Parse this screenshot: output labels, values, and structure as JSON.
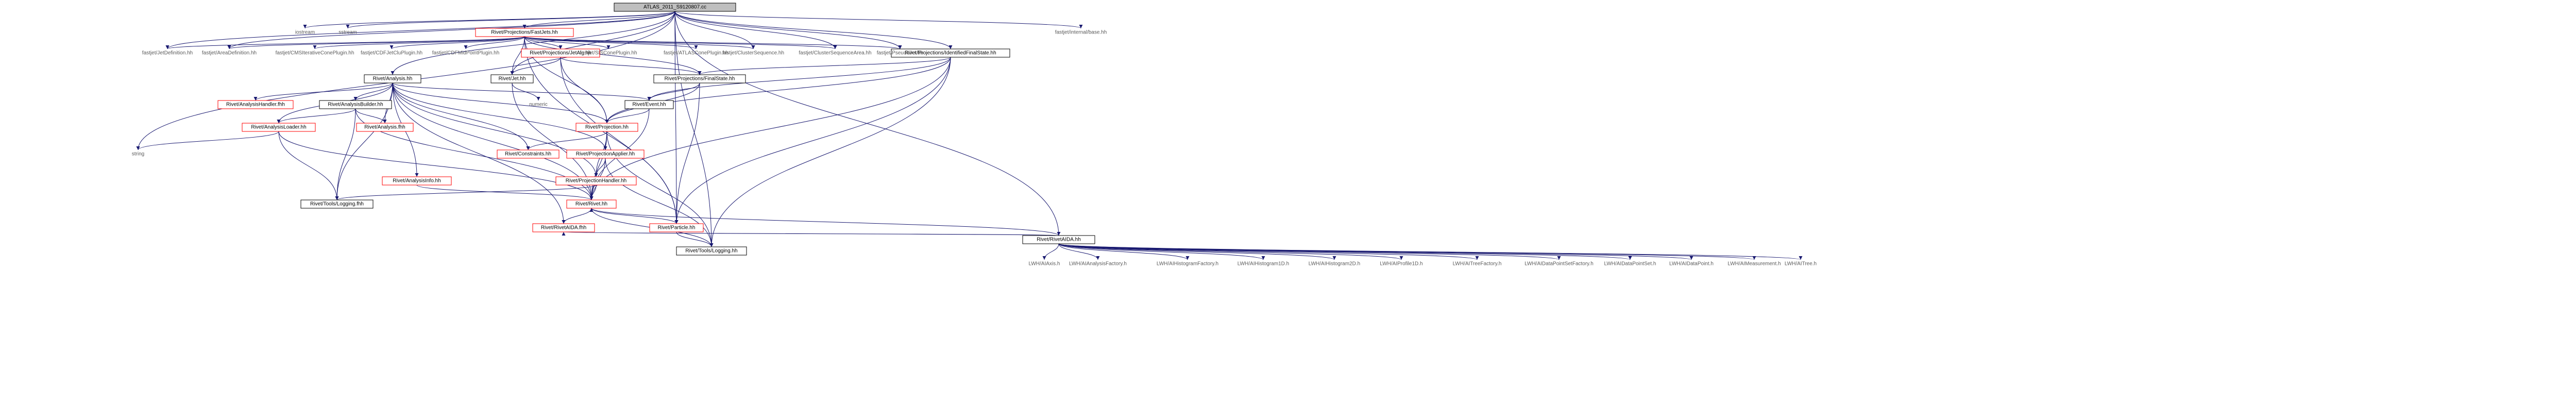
{
  "colors": {
    "edge": "#191970",
    "box_documented": "#000000",
    "box_undocumented": "#ff0000",
    "box_root_fill": "#bfbfbf",
    "label_plain": "#5a5a5a"
  },
  "nodes": [
    {
      "id": "root",
      "label": "ATLAS_2011_S9120807.cc",
      "kind": "root"
    },
    {
      "id": "iostream",
      "label": "iostream",
      "kind": "plain"
    },
    {
      "id": "sstream",
      "label": "sstream",
      "kind": "plain"
    },
    {
      "id": "fastjet_internal",
      "label": "fastjet/internal/base.hh",
      "kind": "plain"
    },
    {
      "id": "fastjets",
      "label": "Rivet/Projections/FastJets.hh",
      "kind": "red"
    },
    {
      "id": "idfs",
      "label": "Rivet/Projections/IdentifiedFinalState.hh",
      "kind": "black"
    },
    {
      "id": "rivetaida",
      "label": "Rivet/RivetAIDA.hh",
      "kind": "black"
    },
    {
      "id": "jetdef",
      "label": "fastjet/JetDefinition.hh",
      "kind": "plain"
    },
    {
      "id": "areadef",
      "label": "fastjet/AreaDefinition.hh",
      "kind": "plain"
    },
    {
      "id": "cmsicp",
      "label": "fastjet/CMSIterativeConePlugin.hh",
      "kind": "plain"
    },
    {
      "id": "cdfjetclu",
      "label": "fastjet/CDFJetCluPlugin.hh",
      "kind": "plain"
    },
    {
      "id": "cdfmidpoint",
      "label": "fastjet/CDFMidPointPlugin.hh",
      "kind": "plain"
    },
    {
      "id": "jetalg",
      "label": "Rivet/Projections/JetAlg.hh",
      "kind": "red"
    },
    {
      "id": "siscone",
      "label": "fastjet/SISConePlugin.hh",
      "kind": "plain"
    },
    {
      "id": "atlascone",
      "label": "fastjet/ATLASConePlugin.hh",
      "kind": "plain"
    },
    {
      "id": "clusterseq",
      "label": "fastjet/ClusterSequence.hh",
      "kind": "plain"
    },
    {
      "id": "clusterseqarea",
      "label": "fastjet/ClusterSequenceArea.hh",
      "kind": "plain"
    },
    {
      "id": "pseudojet",
      "label": "fastjet/PseudoJet.hh",
      "kind": "plain"
    },
    {
      "id": "analysis",
      "label": "Rivet/Analysis.hh",
      "kind": "black"
    },
    {
      "id": "jet",
      "label": "Rivet/Jet.hh",
      "kind": "black"
    },
    {
      "id": "finalstate",
      "label": "Rivet/Projections/FinalState.hh",
      "kind": "black"
    },
    {
      "id": "numeric",
      "label": "numeric",
      "kind": "plain"
    },
    {
      "id": "analysishandler",
      "label": "Rivet/AnalysisHandler.fhh",
      "kind": "red"
    },
    {
      "id": "analysisbuilder",
      "label": "Rivet/AnalysisBuilder.hh",
      "kind": "black"
    },
    {
      "id": "event",
      "label": "Rivet/Event.hh",
      "kind": "black"
    },
    {
      "id": "analysisloader",
      "label": "Rivet/AnalysisLoader.hh",
      "kind": "red"
    },
    {
      "id": "analysisfhh",
      "label": "Rivet/Analysis.fhh",
      "kind": "red"
    },
    {
      "id": "projection",
      "label": "Rivet/Projection.hh",
      "kind": "red"
    },
    {
      "id": "string",
      "label": "string",
      "kind": "plain"
    },
    {
      "id": "constraints",
      "label": "Rivet/Constraints.hh",
      "kind": "red"
    },
    {
      "id": "projapplier",
      "label": "Rivet/ProjectionApplier.hh",
      "kind": "red"
    },
    {
      "id": "analysisinfo",
      "label": "Rivet/AnalysisInfo.hh",
      "kind": "red"
    },
    {
      "id": "projhandler",
      "label": "Rivet/ProjectionHandler.hh",
      "kind": "red"
    },
    {
      "id": "toolslogfhh",
      "label": "Rivet/Tools/Logging.fhh",
      "kind": "black"
    },
    {
      "id": "rivethh",
      "label": "Rivet/Rivet.hh",
      "kind": "red"
    },
    {
      "id": "rivetaidafhh",
      "label": "Rivet/RivetAIDA.fhh",
      "kind": "red"
    },
    {
      "id": "particle",
      "label": "Rivet/Particle.hh",
      "kind": "red"
    },
    {
      "id": "toolsloghh",
      "label": "Rivet/Tools/Logging.hh",
      "kind": "black"
    },
    {
      "id": "laxis",
      "label": "LWH/AIAxis.h",
      "kind": "plain"
    },
    {
      "id": "lanalysisfactory",
      "label": "LWH/AIAnalysisFactory.h",
      "kind": "plain"
    },
    {
      "id": "lhistfactory",
      "label": "LWH/AIHistogramFactory.h",
      "kind": "plain"
    },
    {
      "id": "lhist1d",
      "label": "LWH/AIHistogram1D.h",
      "kind": "plain"
    },
    {
      "id": "lhist2d",
      "label": "LWH/AIHistogram2D.h",
      "kind": "plain"
    },
    {
      "id": "lprofile1d",
      "label": "LWH/AIProfile1D.h",
      "kind": "plain"
    },
    {
      "id": "ltreefactory",
      "label": "LWH/AITreeFactory.h",
      "kind": "plain"
    },
    {
      "id": "ldpsfactory",
      "label": "LWH/AIDataPointSetFactory.h",
      "kind": "plain"
    },
    {
      "id": "ldps",
      "label": "LWH/AIDataPointSet.h",
      "kind": "plain"
    },
    {
      "id": "ldp",
      "label": "LWH/AIDataPoint.h",
      "kind": "plain"
    },
    {
      "id": "lmeasurement",
      "label": "LWH/AIMeasurement.h",
      "kind": "plain"
    },
    {
      "id": "ltree",
      "label": "LWH/AITree.h",
      "kind": "plain"
    }
  ],
  "edges": [
    [
      "root",
      "iostream"
    ],
    [
      "root",
      "sstream"
    ],
    [
      "root",
      "fastjet_internal"
    ],
    [
      "root",
      "fastjets"
    ],
    [
      "root",
      "idfs"
    ],
    [
      "root",
      "rivetaida"
    ],
    [
      "root",
      "jetdef"
    ],
    [
      "root",
      "areadef"
    ],
    [
      "root",
      "clusterseq"
    ],
    [
      "root",
      "clusterseqarea"
    ],
    [
      "root",
      "pseudojet"
    ],
    [
      "root",
      "analysis"
    ],
    [
      "root",
      "string"
    ],
    [
      "root",
      "toolsloghh"
    ],
    [
      "root",
      "particle"
    ],
    [
      "root",
      "jet"
    ],
    [
      "fastjets",
      "jetdef"
    ],
    [
      "fastjets",
      "areadef"
    ],
    [
      "fastjets",
      "cmsicp"
    ],
    [
      "fastjets",
      "cdfjetclu"
    ],
    [
      "fastjets",
      "cdfmidpoint"
    ],
    [
      "fastjets",
      "jetalg"
    ],
    [
      "fastjets",
      "siscone"
    ],
    [
      "fastjets",
      "atlascone"
    ],
    [
      "fastjets",
      "clusterseq"
    ],
    [
      "fastjets",
      "clusterseqarea"
    ],
    [
      "fastjets",
      "pseudojet"
    ],
    [
      "fastjets",
      "jet"
    ],
    [
      "fastjets",
      "finalstate"
    ],
    [
      "fastjets",
      "particle"
    ],
    [
      "fastjets",
      "projection"
    ],
    [
      "jetalg",
      "jet"
    ],
    [
      "jetalg",
      "finalstate"
    ],
    [
      "jetalg",
      "projection"
    ],
    [
      "jetalg",
      "particle"
    ],
    [
      "jet",
      "numeric"
    ],
    [
      "jet",
      "rivethh"
    ],
    [
      "idfs",
      "finalstate"
    ],
    [
      "idfs",
      "event"
    ],
    [
      "idfs",
      "projection"
    ],
    [
      "idfs",
      "rivethh"
    ],
    [
      "idfs",
      "particle"
    ],
    [
      "idfs",
      "toolsloghh"
    ],
    [
      "finalstate",
      "projection"
    ],
    [
      "finalstate",
      "event"
    ],
    [
      "finalstate",
      "particle"
    ],
    [
      "analysis",
      "analysishandler"
    ],
    [
      "analysis",
      "analysisbuilder"
    ],
    [
      "analysis",
      "analysisloader"
    ],
    [
      "analysis",
      "analysisfhh"
    ],
    [
      "analysis",
      "event"
    ],
    [
      "analysis",
      "projection"
    ],
    [
      "analysis",
      "constraints"
    ],
    [
      "analysis",
      "projapplier"
    ],
    [
      "analysis",
      "analysisinfo"
    ],
    [
      "analysis",
      "projhandler"
    ],
    [
      "analysis",
      "toolslogfhh"
    ],
    [
      "analysis",
      "rivethh"
    ],
    [
      "analysis",
      "rivetaidafhh"
    ],
    [
      "analysisbuilder",
      "analysisfhh"
    ],
    [
      "analysisbuilder",
      "analysisloader"
    ],
    [
      "analysisbuilder",
      "toolslogfhh"
    ],
    [
      "analysisbuilder",
      "rivethh"
    ],
    [
      "analysisloader",
      "string"
    ],
    [
      "analysisloader",
      "toolslogfhh"
    ],
    [
      "analysisloader",
      "rivethh"
    ],
    [
      "event",
      "projection"
    ],
    [
      "event",
      "rivethh"
    ],
    [
      "projection",
      "constraints"
    ],
    [
      "projection",
      "projapplier"
    ],
    [
      "projection",
      "projhandler"
    ],
    [
      "projection",
      "rivethh"
    ],
    [
      "projection",
      "toolsloghh"
    ],
    [
      "projapplier",
      "projhandler"
    ],
    [
      "projapplier",
      "rivethh"
    ],
    [
      "projapplier",
      "toolsloghh"
    ],
    [
      "projhandler",
      "toolslogfhh"
    ],
    [
      "projhandler",
      "rivethh"
    ],
    [
      "analysisinfo",
      "rivethh"
    ],
    [
      "rivethh",
      "rivetaidafhh"
    ],
    [
      "rivethh",
      "particle"
    ],
    [
      "particle",
      "toolsloghh"
    ],
    [
      "toolsloghh",
      "rivethh"
    ],
    [
      "rivetaida",
      "rivethh"
    ],
    [
      "rivetaida",
      "rivetaidafhh"
    ],
    [
      "rivetaida",
      "laxis"
    ],
    [
      "rivetaida",
      "lanalysisfactory"
    ],
    [
      "rivetaida",
      "lhistfactory"
    ],
    [
      "rivetaida",
      "lhist1d"
    ],
    [
      "rivetaida",
      "lhist2d"
    ],
    [
      "rivetaida",
      "lprofile1d"
    ],
    [
      "rivetaida",
      "ltreefactory"
    ],
    [
      "rivetaida",
      "ldpsfactory"
    ],
    [
      "rivetaida",
      "ldps"
    ],
    [
      "rivetaida",
      "ldp"
    ],
    [
      "rivetaida",
      "lmeasurement"
    ],
    [
      "rivetaida",
      "ltree"
    ]
  ]
}
